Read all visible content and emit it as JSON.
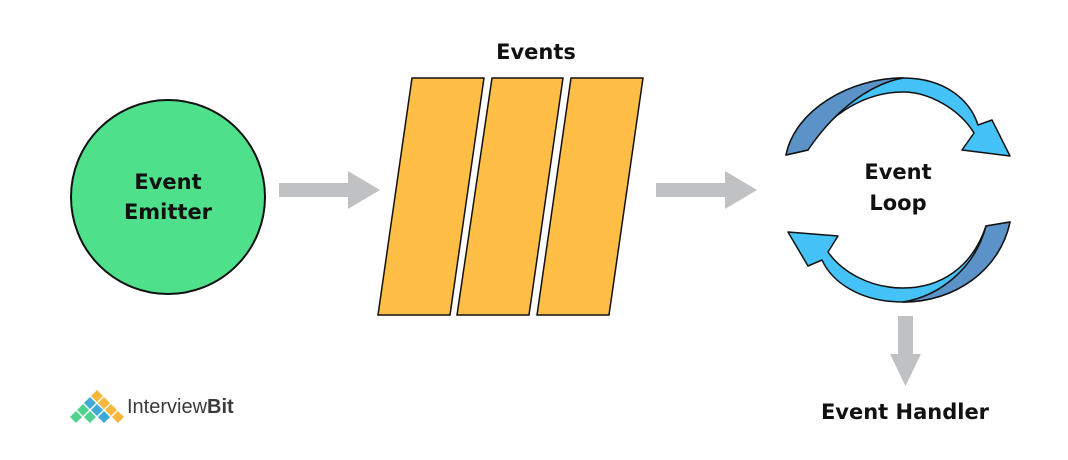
{
  "diagram": {
    "title": "Events",
    "nodes": {
      "emitter": {
        "line1": "Event",
        "line2": "Emitter",
        "color": "#4fe08c"
      },
      "queue": {
        "label": "Events",
        "count": 3,
        "color": "#ffbe45"
      },
      "loop": {
        "line1": "Event",
        "line2": "Loop",
        "dark_color": "#5b93c8",
        "light_color": "#45c3f9"
      },
      "handler": {
        "label": "Event Handler"
      }
    },
    "arrow_color": "#bfc1c3",
    "edges": [
      {
        "from": "emitter",
        "to": "queue"
      },
      {
        "from": "queue",
        "to": "loop"
      },
      {
        "from": "loop",
        "to": "handler"
      }
    ]
  },
  "brand": {
    "name_part1": "Interview",
    "name_part2": "Bit",
    "logo_colors": [
      "#f6b73c",
      "#3fa9d6",
      "#4ed28c"
    ]
  }
}
